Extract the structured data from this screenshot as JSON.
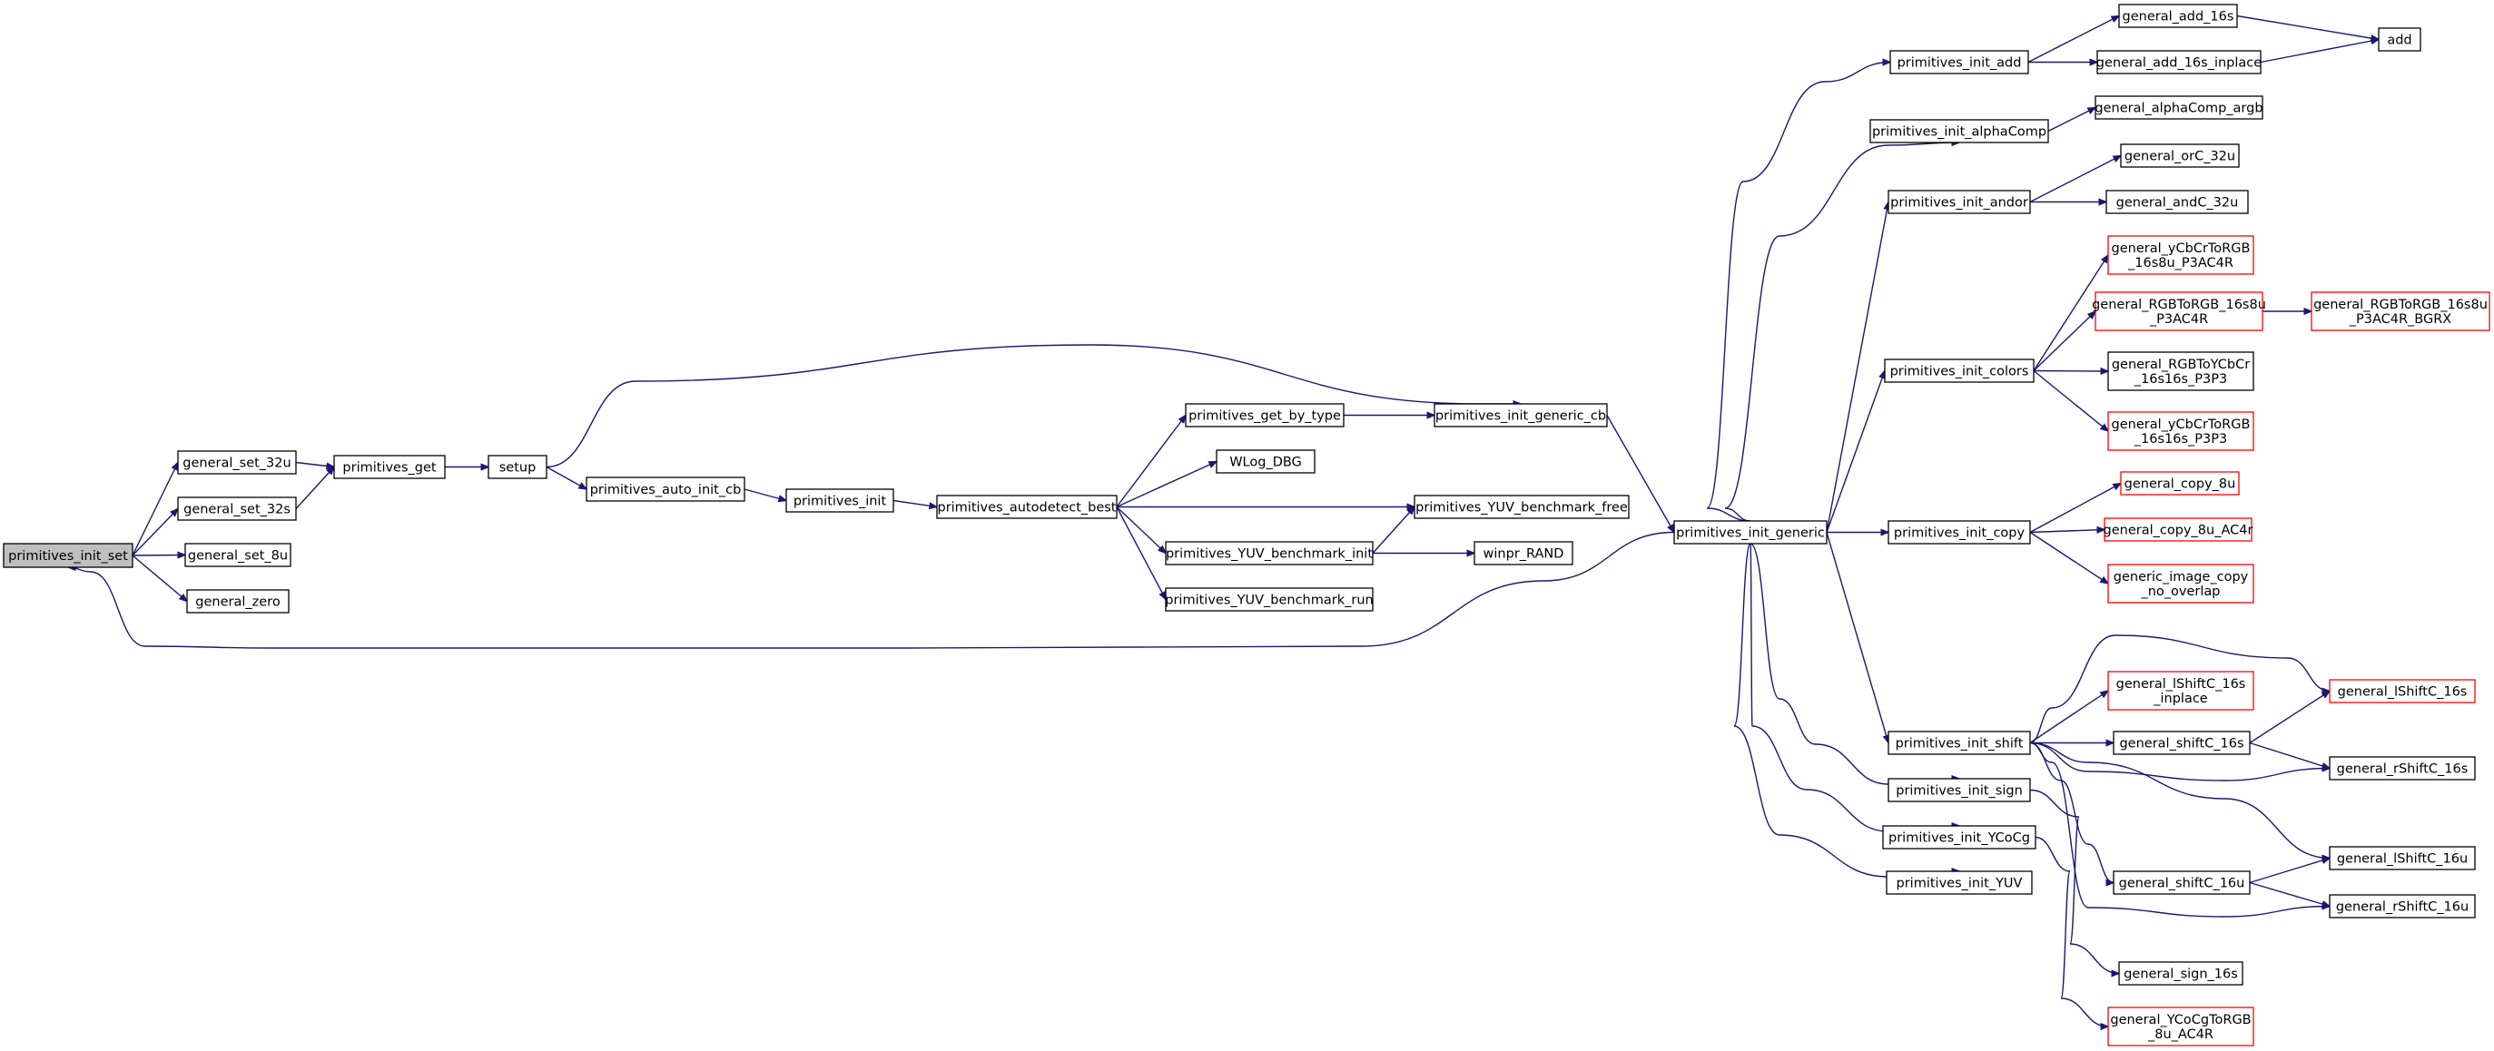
{
  "colors": {
    "edge": "#191970",
    "node_border": "#000000",
    "truncated_node_border": "#ff0000",
    "root_fill": "#bfbfbf"
  },
  "nodes": {
    "primitives_init_set": [
      "primitives_init_set"
    ],
    "general_set_32u": [
      "general_set_32u"
    ],
    "general_set_32s": [
      "general_set_32s"
    ],
    "general_set_8u": [
      "general_set_8u"
    ],
    "general_zero": [
      "general_zero"
    ],
    "primitives_get": [
      "primitives_get"
    ],
    "setup": [
      "setup"
    ],
    "primitives_auto_init_cb": [
      "primitives_auto_init_cb"
    ],
    "primitives_init": [
      "primitives_init"
    ],
    "primitives_autodetect_best": [
      "primitives_autodetect_best"
    ],
    "primitives_get_by_type": [
      "primitives_get_by_type"
    ],
    "WLog_DBG": [
      "WLog_DBG"
    ],
    "primitives_YUV_benchmark_init": [
      "primitives_YUV_benchmark_init"
    ],
    "primitives_YUV_benchmark_run": [
      "primitives_YUV_benchmark_run"
    ],
    "primitives_init_generic_cb": [
      "primitives_init_generic_cb"
    ],
    "primitives_YUV_benchmark_free": [
      "primitives_YUV_benchmark_free"
    ],
    "winpr_RAND": [
      "winpr_RAND"
    ],
    "primitives_init_generic": [
      "primitives_init_generic"
    ],
    "primitives_init_add": [
      "primitives_init_add"
    ],
    "primitives_init_alphaComp": [
      "primitives_init_alphaComp"
    ],
    "primitives_init_andor": [
      "primitives_init_andor"
    ],
    "primitives_init_colors": [
      "primitives_init_colors"
    ],
    "primitives_init_copy": [
      "primitives_init_copy"
    ],
    "primitives_init_shift": [
      "primitives_init_shift"
    ],
    "primitives_init_sign": [
      "primitives_init_sign"
    ],
    "primitives_init_YCoCg": [
      "primitives_init_YCoCg"
    ],
    "primitives_init_YUV": [
      "primitives_init_YUV"
    ],
    "general_add_16s": [
      "general_add_16s"
    ],
    "general_add_16s_inplace": [
      "general_add_16s_inplace"
    ],
    "add": [
      "add"
    ],
    "general_alphaComp_argb": [
      "general_alphaComp_argb"
    ],
    "general_orC_32u": [
      "general_orC_32u"
    ],
    "general_andC_32u": [
      "general_andC_32u"
    ],
    "general_yCbCrToRGB_16s8u_P3AC4R": [
      "general_yCbCrToRGB",
      "_16s8u_P3AC4R"
    ],
    "general_RGBToRGB_16s8u_P3AC4R": [
      "general_RGBToRGB_16s8u",
      "_P3AC4R"
    ],
    "general_RGBToRGB_16s8u_P3AC4R_BGRX": [
      "general_RGBToRGB_16s8u",
      "_P3AC4R_BGRX"
    ],
    "general_RGBToYCbCr_16s16s_P3P3": [
      "general_RGBToYCbCr",
      "_16s16s_P3P3"
    ],
    "general_yCbCrToRGB_16s16s_P3P3": [
      "general_yCbCrToRGB",
      "_16s16s_P3P3"
    ],
    "general_copy_8u": [
      "general_copy_8u"
    ],
    "general_copy_8u_AC4r": [
      "general_copy_8u_AC4r"
    ],
    "generic_image_copy_no_overlap": [
      "generic_image_copy",
      "_no_overlap"
    ],
    "general_lShiftC_16s_inplace": [
      "general_lShiftC_16s",
      "_inplace"
    ],
    "general_lShiftC_16s": [
      "general_lShiftC_16s"
    ],
    "general_shiftC_16s": [
      "general_shiftC_16s"
    ],
    "general_rShiftC_16s": [
      "general_rShiftC_16s"
    ],
    "general_lShiftC_16u": [
      "general_lShiftC_16u"
    ],
    "general_shiftC_16u": [
      "general_shiftC_16u"
    ],
    "general_rShiftC_16u": [
      "general_rShiftC_16u"
    ],
    "general_sign_16s": [
      "general_sign_16s"
    ],
    "general_YCoCgToRGB_8u_AC4R": [
      "general_YCoCgToRGB",
      "_8u_AC4R"
    ]
  }
}
